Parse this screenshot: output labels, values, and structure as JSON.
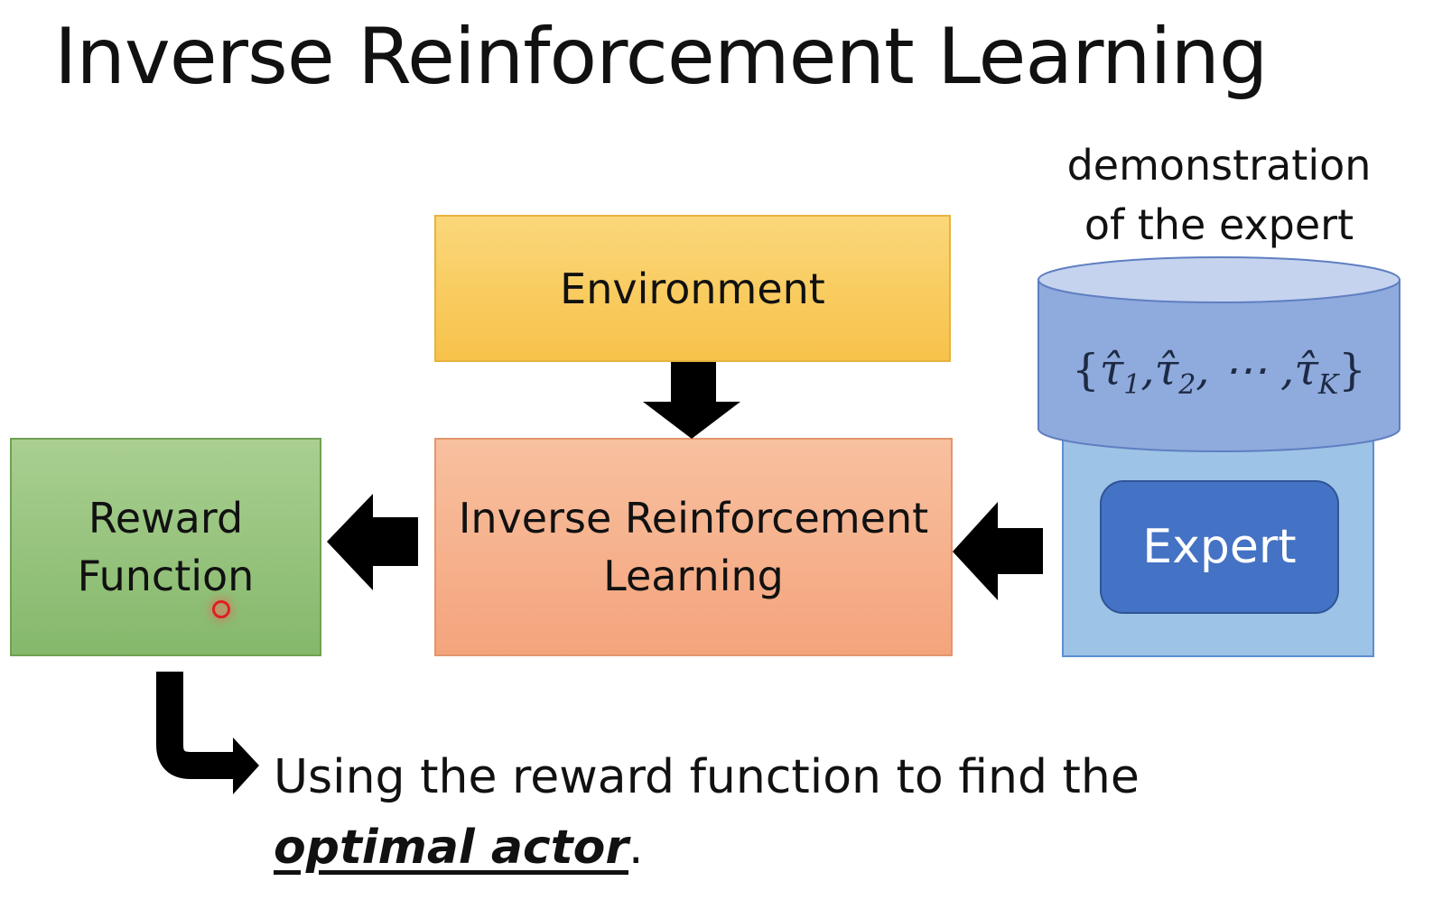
{
  "title": "Inverse Reinforcement Learning",
  "boxes": {
    "environment": "Environment",
    "irl_line1": "Inverse Reinforcement",
    "irl_line2": "Learning",
    "reward_line1": "Reward",
    "reward_line2": "Function",
    "expert": "Expert"
  },
  "demonstration": {
    "line1": "demonstration",
    "line2": "of the expert",
    "set": {
      "open": "{",
      "t1": "τ̂",
      "s1": "1",
      "sep1": ",",
      "t2": "τ̂",
      "s2": "2",
      "sep2": ", ⋯ ,",
      "tk": "τ̂",
      "sk": "K",
      "close": "}"
    }
  },
  "caption": {
    "line1": "Using the reward function to find the",
    "emph": "optimal actor",
    "end": "."
  },
  "colors": {
    "environment": "#f7c24a",
    "irl": "#f4a47c",
    "reward": "#85b86b",
    "database": "#8faadc",
    "expert": "#4472c4",
    "arrow": "#000000"
  }
}
